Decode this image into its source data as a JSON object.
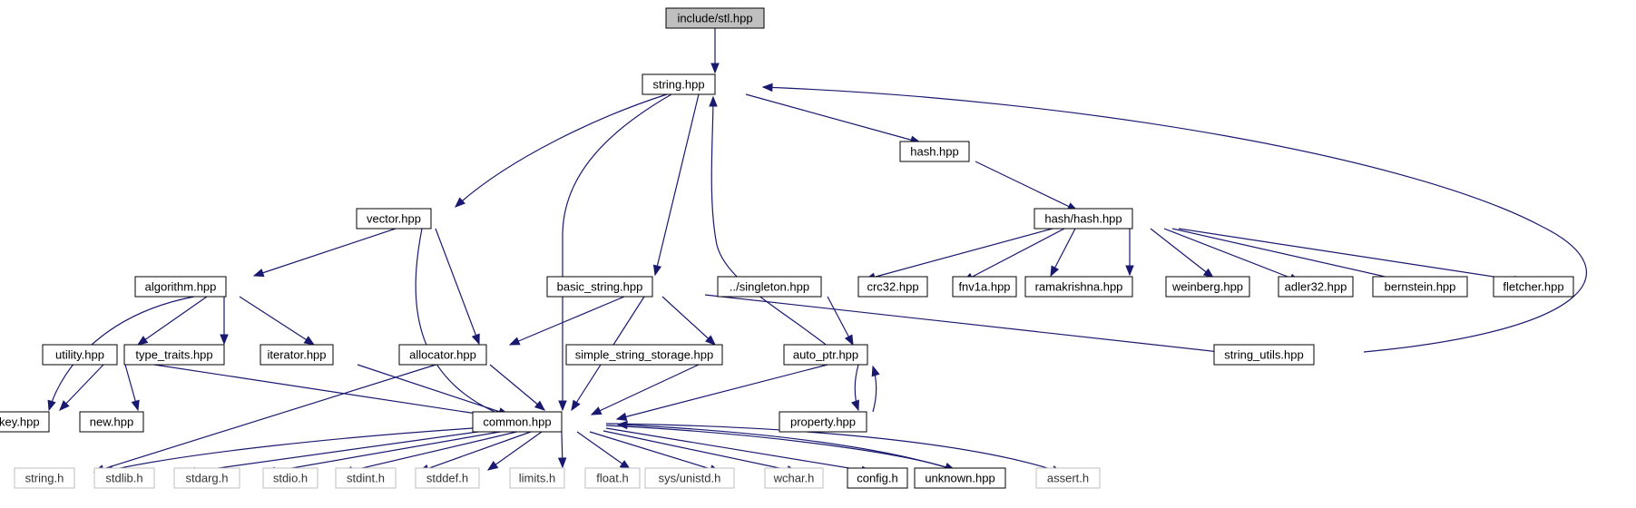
{
  "diagram": {
    "nodes": [
      {
        "id": "stl",
        "label": "include/stl.hpp",
        "kind": "root"
      },
      {
        "id": "string",
        "label": "string.hpp",
        "kind": "normal"
      },
      {
        "id": "hash",
        "label": "hash.hpp",
        "kind": "normal"
      },
      {
        "id": "hashhash",
        "label": "hash/hash.hpp",
        "kind": "normal"
      },
      {
        "id": "vector",
        "label": "vector.hpp",
        "kind": "normal"
      },
      {
        "id": "algorithm",
        "label": "algorithm.hpp",
        "kind": "normal"
      },
      {
        "id": "basic_string",
        "label": "basic_string.hpp",
        "kind": "normal"
      },
      {
        "id": "singleton",
        "label": "../singleton.hpp",
        "kind": "normal"
      },
      {
        "id": "crc32",
        "label": "crc32.hpp",
        "kind": "normal"
      },
      {
        "id": "fnv1a",
        "label": "fnv1a.hpp",
        "kind": "normal"
      },
      {
        "id": "ramakrishna",
        "label": "ramakrishna.hpp",
        "kind": "normal"
      },
      {
        "id": "weinberg",
        "label": "weinberg.hpp",
        "kind": "normal"
      },
      {
        "id": "adler32",
        "label": "adler32.hpp",
        "kind": "normal"
      },
      {
        "id": "bernstein",
        "label": "bernstein.hpp",
        "kind": "normal"
      },
      {
        "id": "fletcher",
        "label": "fletcher.hpp",
        "kind": "normal"
      },
      {
        "id": "utility",
        "label": "utility.hpp",
        "kind": "normal"
      },
      {
        "id": "type_traits",
        "label": "type_traits.hpp",
        "kind": "normal"
      },
      {
        "id": "iterator",
        "label": "iterator.hpp",
        "kind": "normal"
      },
      {
        "id": "allocator",
        "label": "allocator.hpp",
        "kind": "normal"
      },
      {
        "id": "simple_string_storage",
        "label": "simple_string_storage.hpp",
        "kind": "normal"
      },
      {
        "id": "auto_ptr",
        "label": "auto_ptr.hpp",
        "kind": "normal"
      },
      {
        "id": "string_utils",
        "label": "string_utils.hpp",
        "kind": "normal"
      },
      {
        "id": "inttokey",
        "label": "inttokey.hpp",
        "kind": "normal"
      },
      {
        "id": "new",
        "label": "new.hpp",
        "kind": "normal"
      },
      {
        "id": "common",
        "label": "common.hpp",
        "kind": "normal"
      },
      {
        "id": "property",
        "label": "property.hpp",
        "kind": "normal"
      },
      {
        "id": "string_h",
        "label": "string.h",
        "kind": "external"
      },
      {
        "id": "stdlib_h",
        "label": "stdlib.h",
        "kind": "external"
      },
      {
        "id": "stdarg_h",
        "label": "stdarg.h",
        "kind": "external"
      },
      {
        "id": "stdio_h",
        "label": "stdio.h",
        "kind": "external"
      },
      {
        "id": "stdint_h",
        "label": "stdint.h",
        "kind": "external"
      },
      {
        "id": "stddef_h",
        "label": "stddef.h",
        "kind": "external"
      },
      {
        "id": "limits_h",
        "label": "limits.h",
        "kind": "external"
      },
      {
        "id": "float_h",
        "label": "float.h",
        "kind": "external"
      },
      {
        "id": "unistd_h",
        "label": "sys/unistd.h",
        "kind": "external"
      },
      {
        "id": "wchar_h",
        "label": "wchar.h",
        "kind": "external"
      },
      {
        "id": "config_h",
        "label": "config.h",
        "kind": "normal"
      },
      {
        "id": "unknown",
        "label": "unknown.hpp",
        "kind": "normal"
      },
      {
        "id": "assert_h",
        "label": "assert.h",
        "kind": "external"
      }
    ],
    "edges": [
      {
        "from": "stl",
        "to": "string"
      },
      {
        "from": "string",
        "to": "vector"
      },
      {
        "from": "string",
        "to": "common"
      },
      {
        "from": "string",
        "to": "basic_string"
      },
      {
        "from": "string",
        "to": "hash"
      },
      {
        "from": "hash",
        "to": "hashhash"
      },
      {
        "from": "hashhash",
        "to": "singleton"
      },
      {
        "from": "hashhash",
        "to": "crc32"
      },
      {
        "from": "hashhash",
        "to": "fnv1a"
      },
      {
        "from": "hashhash",
        "to": "ramakrishna"
      },
      {
        "from": "hashhash",
        "to": "weinberg"
      },
      {
        "from": "hashhash",
        "to": "adler32"
      },
      {
        "from": "hashhash",
        "to": "bernstein"
      },
      {
        "from": "hashhash",
        "to": "fletcher"
      },
      {
        "from": "vector",
        "to": "algorithm"
      },
      {
        "from": "vector",
        "to": "allocator"
      },
      {
        "from": "vector",
        "to": "common"
      },
      {
        "from": "algorithm",
        "to": "inttokey"
      },
      {
        "from": "algorithm",
        "to": "utility"
      },
      {
        "from": "algorithm",
        "to": "type_traits"
      },
      {
        "from": "algorithm",
        "to": "iterator"
      },
      {
        "from": "utility",
        "to": "inttokey"
      },
      {
        "from": "utility",
        "to": "new"
      },
      {
        "from": "utility",
        "to": "common"
      },
      {
        "from": "iterator",
        "to": "common"
      },
      {
        "from": "basic_string",
        "to": "allocator"
      },
      {
        "from": "basic_string",
        "to": "common"
      },
      {
        "from": "basic_string",
        "to": "simple_string_storage"
      },
      {
        "from": "basic_string",
        "to": "string_utils"
      },
      {
        "from": "allocator",
        "to": "common"
      },
      {
        "from": "allocator",
        "to": "string_h"
      },
      {
        "from": "simple_string_storage",
        "to": "common"
      },
      {
        "from": "singleton",
        "to": "auto_ptr"
      },
      {
        "from": "auto_ptr",
        "to": "string"
      },
      {
        "from": "auto_ptr",
        "to": "common"
      },
      {
        "from": "auto_ptr",
        "to": "property"
      },
      {
        "from": "property",
        "to": "auto_ptr"
      },
      {
        "from": "string_utils",
        "to": "string"
      },
      {
        "from": "common",
        "to": "string_h"
      },
      {
        "from": "common",
        "to": "stdlib_h"
      },
      {
        "from": "common",
        "to": "stdarg_h"
      },
      {
        "from": "common",
        "to": "stdio_h"
      },
      {
        "from": "common",
        "to": "stdint_h"
      },
      {
        "from": "common",
        "to": "stddef_h"
      },
      {
        "from": "common",
        "to": "limits_h"
      },
      {
        "from": "common",
        "to": "float_h"
      },
      {
        "from": "common",
        "to": "unistd_h"
      },
      {
        "from": "common",
        "to": "wchar_h"
      },
      {
        "from": "common",
        "to": "config_h"
      },
      {
        "from": "common",
        "to": "unknown"
      },
      {
        "from": "common",
        "to": "assert_h"
      },
      {
        "from": "unknown",
        "to": "common"
      }
    ]
  }
}
